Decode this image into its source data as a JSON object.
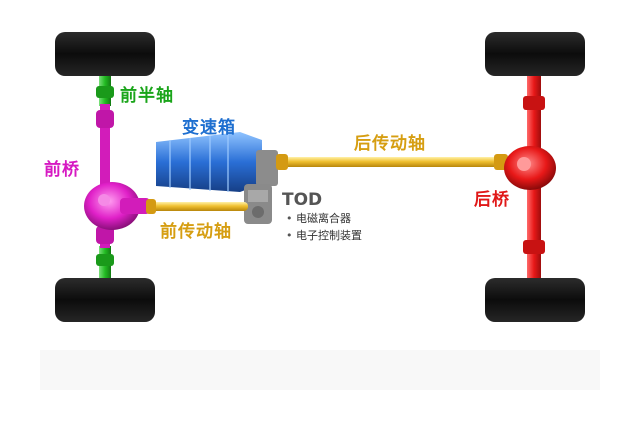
{
  "colors": {
    "front_axle_shaft": "#22bb22",
    "front_axle": "#e020c8",
    "gearbox": "#2a6fd6",
    "drive_shaft": "#e6b420",
    "rear_axle": "#e81818",
    "tire": "#141414",
    "label_front_shaft": "#1aa51a",
    "label_front_axle": "#d619c2",
    "label_gearbox": "#1e6fd0",
    "label_drive_shaft": "#d69e12",
    "label_rear_axle": "#e01818"
  },
  "labels": {
    "front_half_shaft": "前半轴",
    "front_axle": "前桥",
    "gearbox": "变速箱",
    "rear_drive_shaft": "后传动轴",
    "rear_axle": "后桥",
    "front_drive_shaft": "前传动轴"
  },
  "tod": {
    "title": "TOD",
    "items": [
      "电磁离合器",
      "电子控制装置"
    ]
  }
}
